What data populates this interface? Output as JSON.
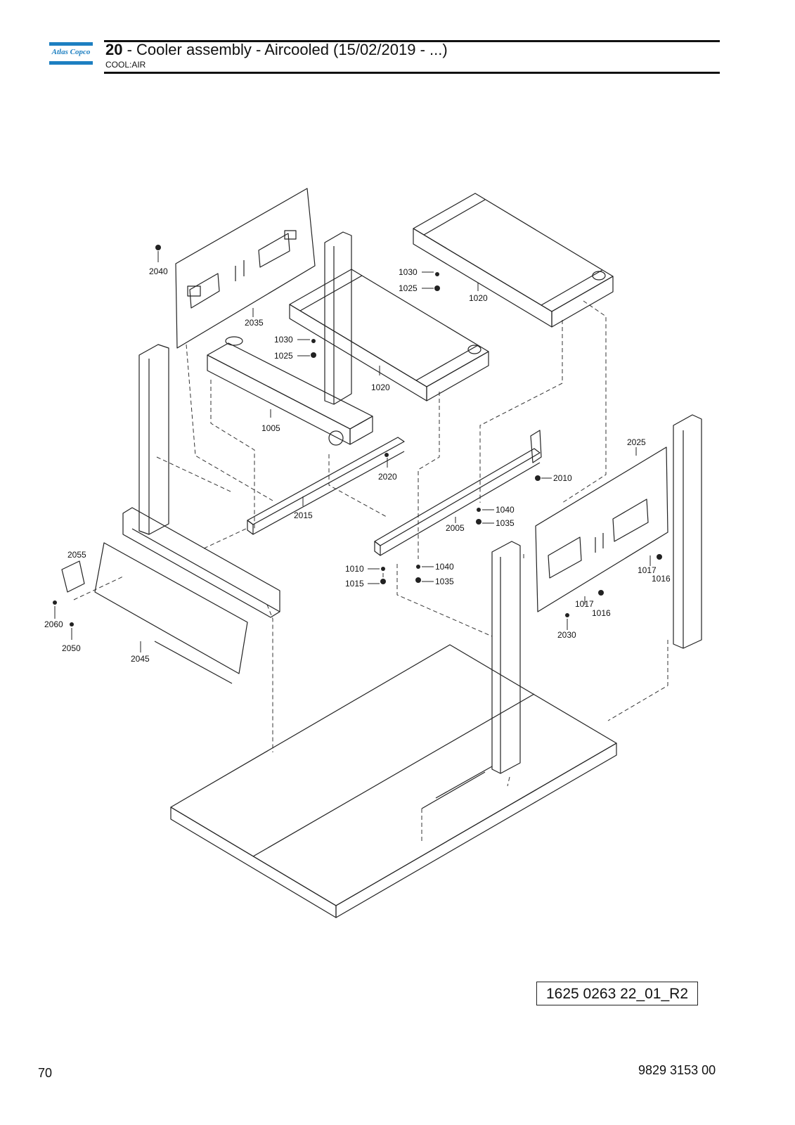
{
  "header": {
    "brand": "Atlas Copco",
    "number": "20",
    "title": " - Cooler assembly - Aircooled (15/02/2019 - ...)",
    "subtitle": "COOL:AIR"
  },
  "callouts": [
    {
      "id": "c2040",
      "text": "2040"
    },
    {
      "id": "c2035",
      "text": "2035"
    },
    {
      "id": "c1030a",
      "text": "1030"
    },
    {
      "id": "c1025a",
      "text": "1025"
    },
    {
      "id": "c1020a",
      "text": "1020"
    },
    {
      "id": "c1030b",
      "text": "1030"
    },
    {
      "id": "c1025b",
      "text": "1025"
    },
    {
      "id": "c1020b",
      "text": "1020"
    },
    {
      "id": "c1005",
      "text": "1005"
    },
    {
      "id": "c2020",
      "text": "2020"
    },
    {
      "id": "c2015",
      "text": "2015"
    },
    {
      "id": "c2025",
      "text": "2025"
    },
    {
      "id": "c2010",
      "text": "2010"
    },
    {
      "id": "c1040a",
      "text": "1040"
    },
    {
      "id": "c1035a",
      "text": "1035"
    },
    {
      "id": "c2005",
      "text": "2005"
    },
    {
      "id": "c1010",
      "text": "1010"
    },
    {
      "id": "c1015",
      "text": "1015"
    },
    {
      "id": "c1040b",
      "text": "1040"
    },
    {
      "id": "c1035b",
      "text": "1035"
    },
    {
      "id": "c1017a",
      "text": "1017"
    },
    {
      "id": "c1016a",
      "text": "1016"
    },
    {
      "id": "c1017b",
      "text": "1017"
    },
    {
      "id": "c1016b",
      "text": "1016"
    },
    {
      "id": "c2030",
      "text": "2030"
    },
    {
      "id": "c2055",
      "text": "2055"
    },
    {
      "id": "c2060",
      "text": "2060"
    },
    {
      "id": "c2050",
      "text": "2050"
    },
    {
      "id": "c2045",
      "text": "2045"
    }
  ],
  "drawing_reference": "1625 0263 22_01_R2",
  "footer": {
    "page_number": "70",
    "document_number": "9829 3153 00"
  }
}
